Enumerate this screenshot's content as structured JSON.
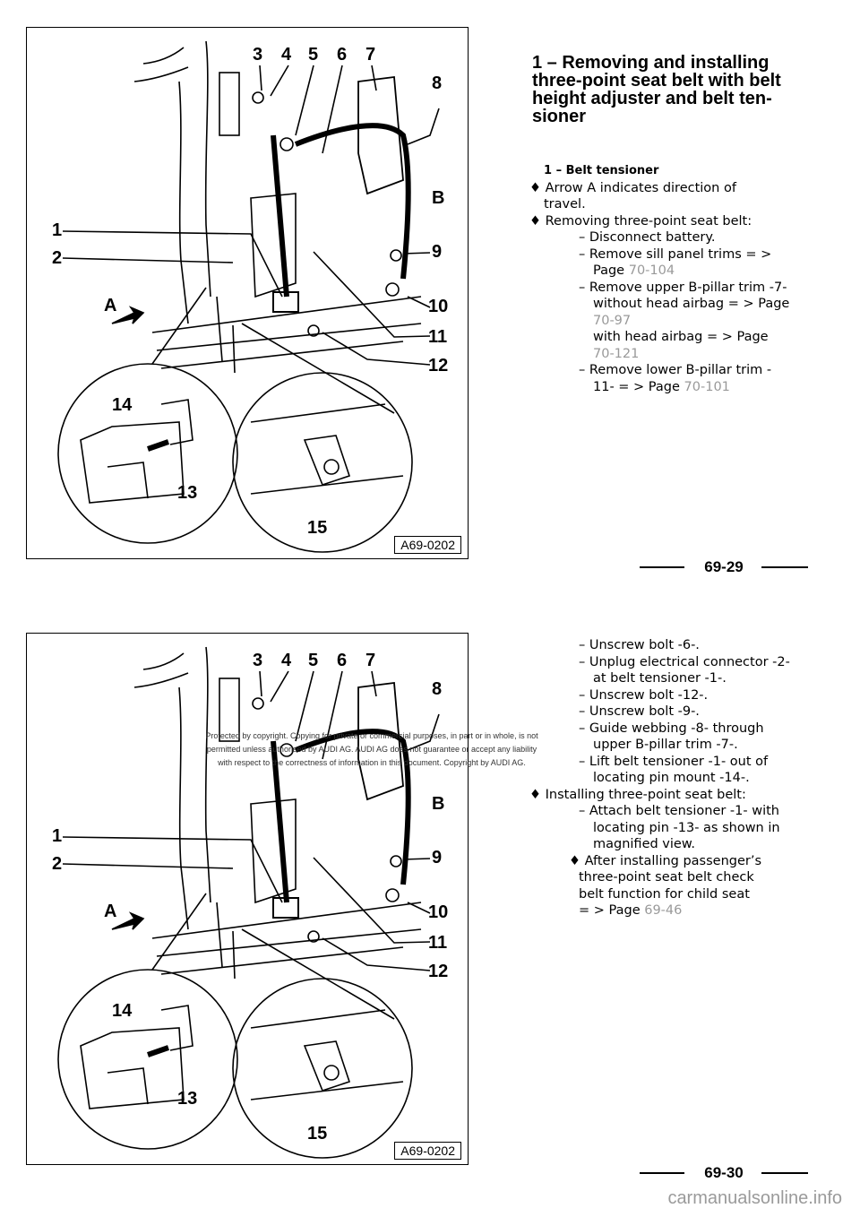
{
  "figures": {
    "labels": {
      "n1": "1",
      "n2": "2",
      "n3": "3",
      "n4": "4",
      "n5": "5",
      "n6": "6",
      "n7": "7",
      "n8": "8",
      "n9": "9",
      "n10": "10",
      "n11": "11",
      "n12": "12",
      "n13": "13",
      "n14": "14",
      "n15": "15",
      "a": "A",
      "b": "B"
    },
    "code": "A69-0202"
  },
  "page1": {
    "title": "1 – Removing and installing three-point seat belt with belt height adjuster and belt ten- sioner",
    "item_heading": "1 – Belt tensioner",
    "bullet1": "Arrow A indicates direction of",
    "bullet1_cont": "travel.",
    "bullet2": "Removing three-point seat belt:",
    "steps": {
      "s1": "– Disconnect battery.",
      "s2": "– Remove sill panel trims = >",
      "s2_page": "Page",
      "s2_ref": "70-104",
      "s3": "– Remove upper B-pillar trim -7-",
      "s3_cont": "without head airbag = > Page",
      "s3_ref": "70-97",
      "s3_b": "with head airbag = > Page",
      "s3_b_ref": "70-121",
      "s4": "– Remove lower B-pillar trim -",
      "s4_cont": "11- = > Page",
      "s4_ref": "70-101"
    },
    "page_number": "69-29"
  },
  "page2": {
    "steps": {
      "s1": "– Unscrew bolt -6-.",
      "s2": "– Unplug electrical connector -2-",
      "s2_cont": "at belt tensioner -1-.",
      "s3": "– Unscrew bolt -12-.",
      "s4": "– Unscrew bolt -9-.",
      "s5": "– Guide webbing -8- through",
      "s5_cont": "upper B-pillar trim -7-.",
      "s6": "– Lift belt tensioner -1- out of",
      "s6_cont": "locating pin mount -14-."
    },
    "bullet_install": "Installing three-point seat belt:",
    "install": {
      "s1": "– Attach belt tensioner -1- with",
      "s1_c1": "locating pin -13- as shown in",
      "s1_c2": "magnified view.",
      "note": "After installing passenger’s",
      "note_c1": "three-point seat belt check",
      "note_c2": "belt function for child seat",
      "note_c3": "= > Page",
      "note_ref": "69-46"
    },
    "page_number": "69-30"
  },
  "watermark": {
    "line1": "Protected by copyright. Copying for private or commercial purposes, in part or in whole, is not",
    "line2": "permitted unless authorised by AUDI AG. AUDI AG does not guarantee or accept any liability",
    "line3": "with respect to the correctness of information in this document. Copyright by AUDI AG."
  },
  "site": "carmanualsonline.info"
}
